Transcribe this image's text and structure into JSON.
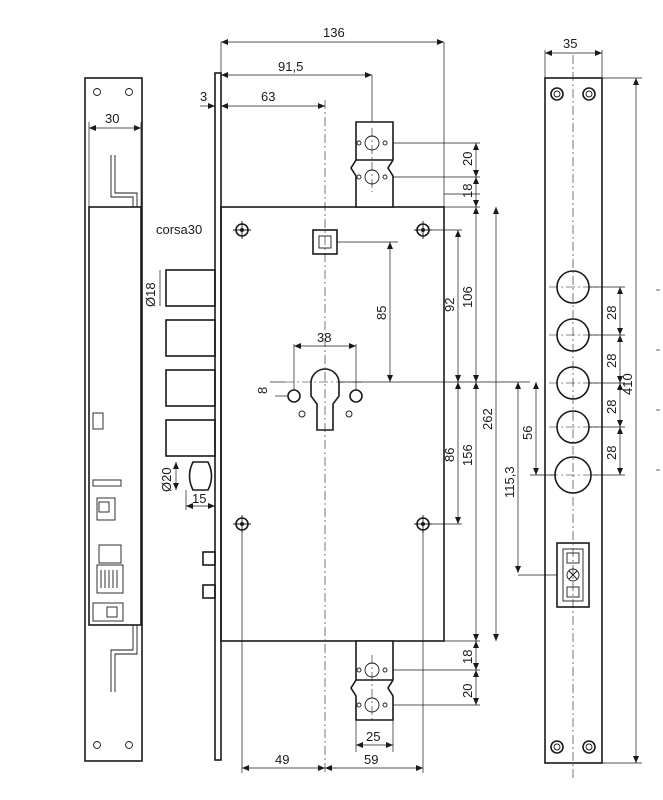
{
  "drawing": {
    "labels": {
      "width_total": "136",
      "offset_91": "91,5",
      "offset_3": "3",
      "offset_63": "63",
      "front_width": "30",
      "side_width": "35",
      "corsa": "corsa30",
      "bolt_diameter": "Ø18",
      "latch_diameter": "Ø20",
      "latch_offset": "15",
      "cyl_width": "38",
      "cyl_small": "8",
      "h_85": "85",
      "h_92": "92",
      "h_106": "106",
      "h_86": "86",
      "h_156": "156",
      "h_262": "262",
      "h_56": "56",
      "h_115": "115,3",
      "plate_20_top": "20",
      "plate_18_top": "18",
      "plate_18_bot": "18",
      "plate_20_bot": "20",
      "plate_25": "25",
      "bottom_49": "49",
      "bottom_59": "59",
      "pitch_1": "28",
      "pitch_2": "28",
      "pitch_3": "28",
      "pitch_4": "28",
      "h_410": "410"
    }
  }
}
